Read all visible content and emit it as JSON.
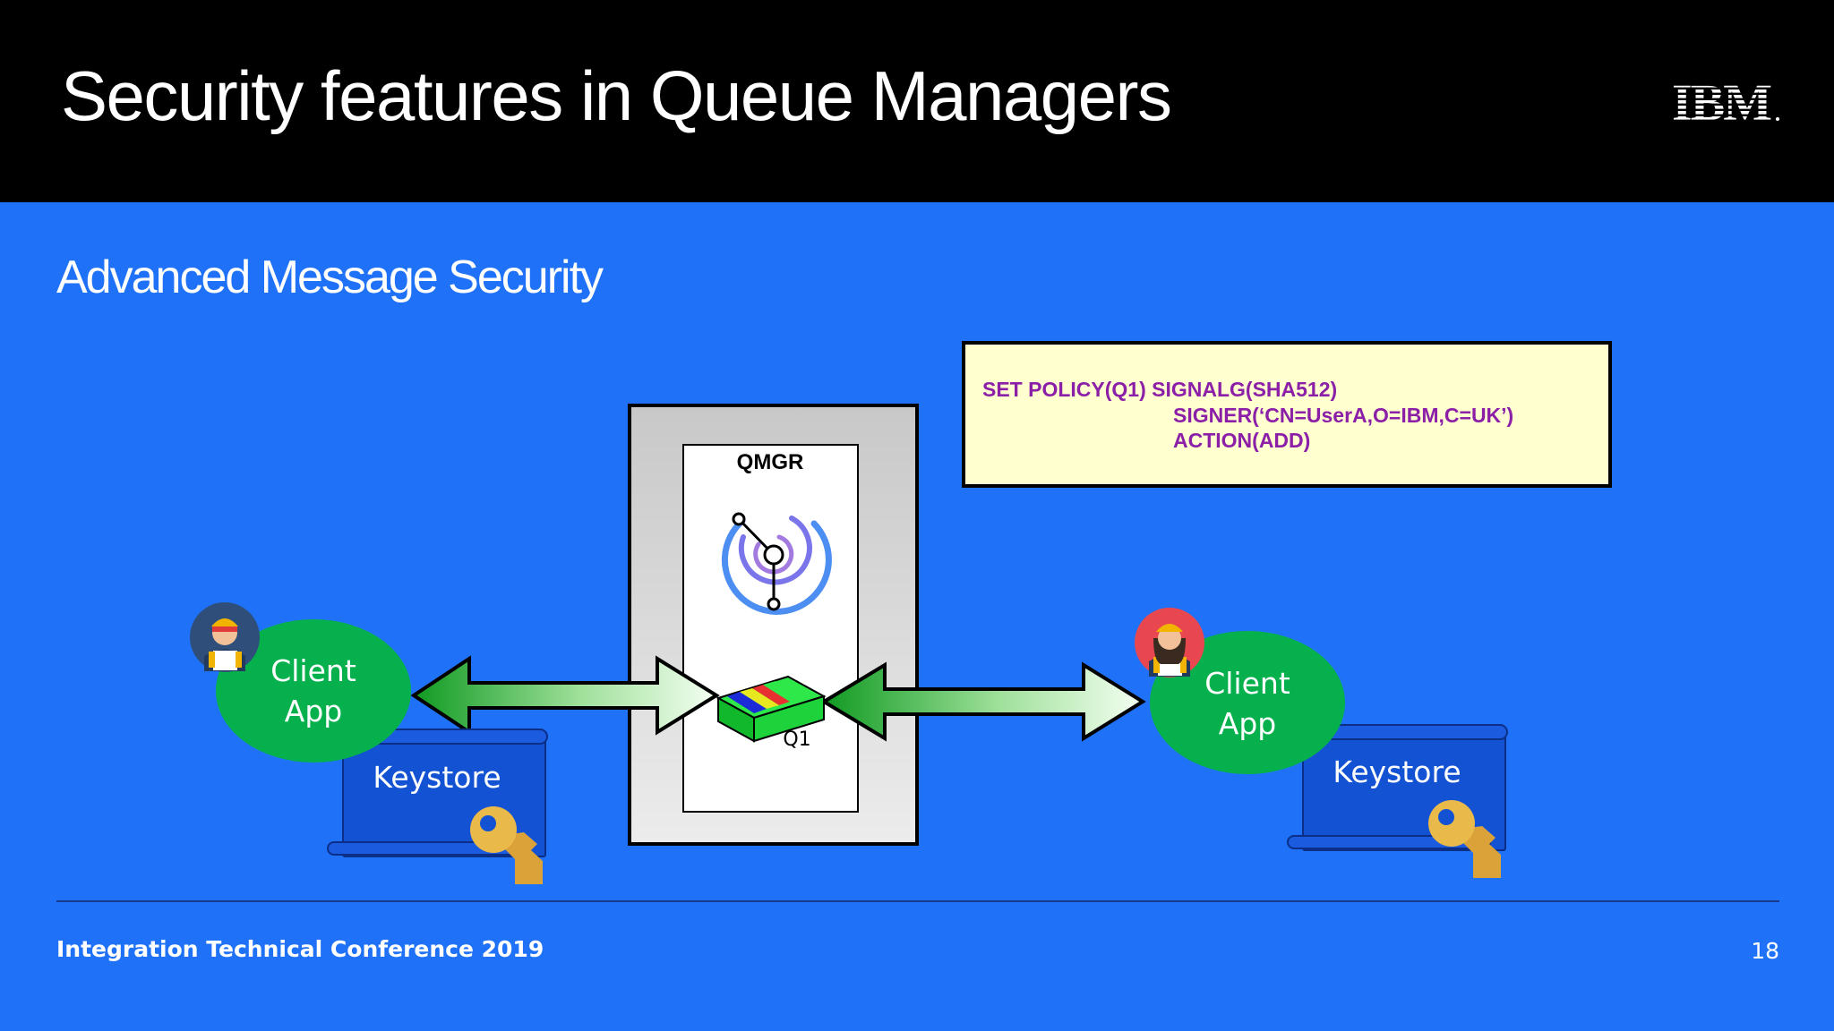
{
  "slide": {
    "title": "Security features in Queue Managers",
    "subtitle": "Advanced Message Security",
    "logo_text": "IBM",
    "footer_text": "Integration Technical Conference 2019",
    "page_number": "18"
  },
  "diagram": {
    "qmgr_label": "QMGR",
    "queue_label": "Q1",
    "left_app": {
      "label_line1": "Client",
      "label_line2": "App",
      "keystore_label": "Keystore"
    },
    "right_app": {
      "label_line1": "Client",
      "label_line2": "App",
      "keystore_label": "Keystore"
    },
    "policy": {
      "line1": "SET POLICY(Q1) SIGNALG(SHA512)",
      "line2": "SIGNER(‘CN=UserA,O=IBM,C=UK’)",
      "line3": "ACTION(ADD)"
    }
  },
  "colors": {
    "header_bg": "#000000",
    "slide_bg": "#1f72f8",
    "client_app": "#06b14d",
    "keystore": "#1353d3",
    "policy_bg": "#ffffd0",
    "policy_text": "#8b1fa8",
    "arrow_green": "#18a030",
    "key_gold": "#e9b94a"
  }
}
